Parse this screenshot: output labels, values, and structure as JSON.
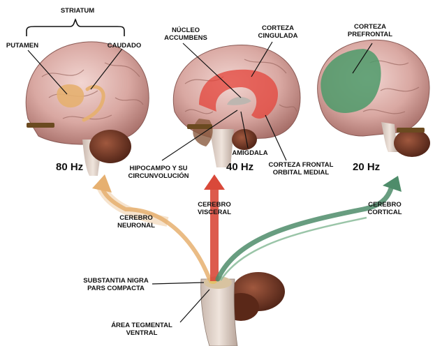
{
  "labels": {
    "striatum": "STRIATUM",
    "putamen": "PUTAMEN",
    "caudado": "CAUDADO",
    "nucleo_accumbens": "NÚCLEO\nACCUMBENS",
    "corteza_cingulada": "CORTEZA\nCINGULADA",
    "corteza_prefrontal": "CORTEZA\nPREFRONTAL",
    "hipocampo": "HIPOCAMPO Y SU\nCIRCUNVOLUCIÓN",
    "amigdala": "AMIGDALA",
    "corteza_frontal_orbital": "CORTEZA FRONTAL\nORBITAL MEDIAL",
    "cerebro_neuronal": "CEREBRO\nNEURONAL",
    "cerebro_visceral": "CEREBRO\nVISCERAL",
    "cerebro_cortical": "CEREBRO\nCORTICAL",
    "substantia_nigra": "SUBSTANTIA NIGRA\nPARS COMPACTA",
    "area_tegmental": "ÁREA TEGMENTAL\nVENTRAL"
  },
  "frequencies": {
    "left": "80 Hz",
    "center": "40 Hz",
    "right": "20 Hz"
  },
  "colors": {
    "neuronal": "#e6b070",
    "visceral": "#d9493a",
    "cortical": "#4e8c6a",
    "brain": "#d8a8a4",
    "cerebellum": "#7a3a2a"
  }
}
